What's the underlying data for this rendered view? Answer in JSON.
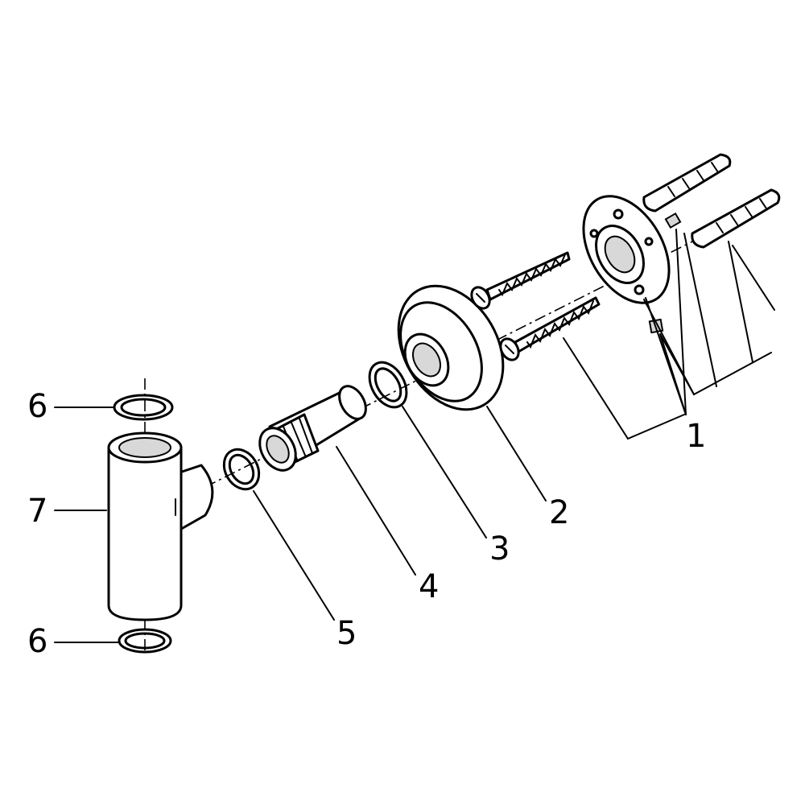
{
  "callouts": [
    {
      "id": "1",
      "label": "1"
    },
    {
      "id": "2",
      "label": "2"
    },
    {
      "id": "3",
      "label": "3"
    },
    {
      "id": "4",
      "label": "4"
    },
    {
      "id": "5",
      "label": "5"
    },
    {
      "id": "6a",
      "label": "6"
    },
    {
      "id": "6b",
      "label": "6"
    },
    {
      "id": "7",
      "label": "7"
    }
  ]
}
